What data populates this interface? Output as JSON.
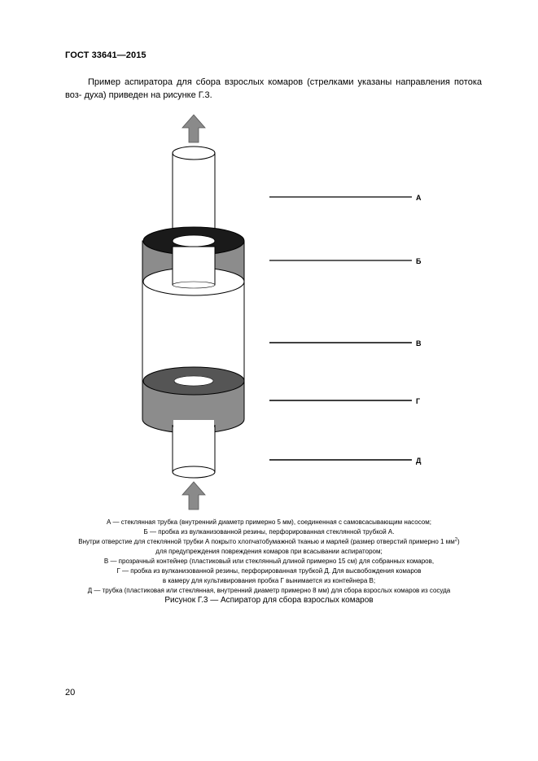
{
  "header": {
    "doc_code": "ГОСТ 33641—2015"
  },
  "intro": {
    "line1": "Пример аспиратора для сбора взрослых комаров (стрелками указаны направления потока воз-",
    "line2": "духа) приведен на рисунке Г.3."
  },
  "figure": {
    "labels": {
      "a": "А",
      "b": "Б",
      "v": "В",
      "g": "Г",
      "d": "Д"
    },
    "colors": {
      "arrow": "#8a8a8a",
      "rubber_top": "#1a1a1a",
      "rubber_grey": "#8c8c8c",
      "rubber_dark": "#555555",
      "container_outline": "#000000"
    }
  },
  "legend": {
    "a": "А — стеклянная трубка (внутренний диаметр примерно 5 мм), соединенная с самовсасывающим насосом;",
    "b": "Б — пробка из вулканизованной резины, перфорированная стеклянной трубкой А.",
    "b2_pre": "Внутри отверстие для стеклянной трубки А покрыто хлопчатобумажной тканью и марлей (размер отверстий примерно 1 мм",
    "b2_sup": "2",
    "b2_post": ")",
    "b3": "для предупреждения повреждения комаров при всасывании аспиратором;",
    "v": "В — прозрачный контейнер (пластиковый или стеклянный длиной примерно 15 см) для собранных комаров,",
    "g": "Г — пробка из вулканизованной резины, перфорированная трубкой Д. Для высвобождения комаров",
    "g2": "в камеру для культивирования пробка Г вынимается из контейнера В;",
    "d": "Д — трубка (пластиковая или стеклянная, внутренний диаметр примерно 8 мм) для сбора взрослых комаров из сосуда"
  },
  "figure_title": "Рисунок Г.3 — Аспиратор для сбора взрослых комаров",
  "page_number": "20"
}
